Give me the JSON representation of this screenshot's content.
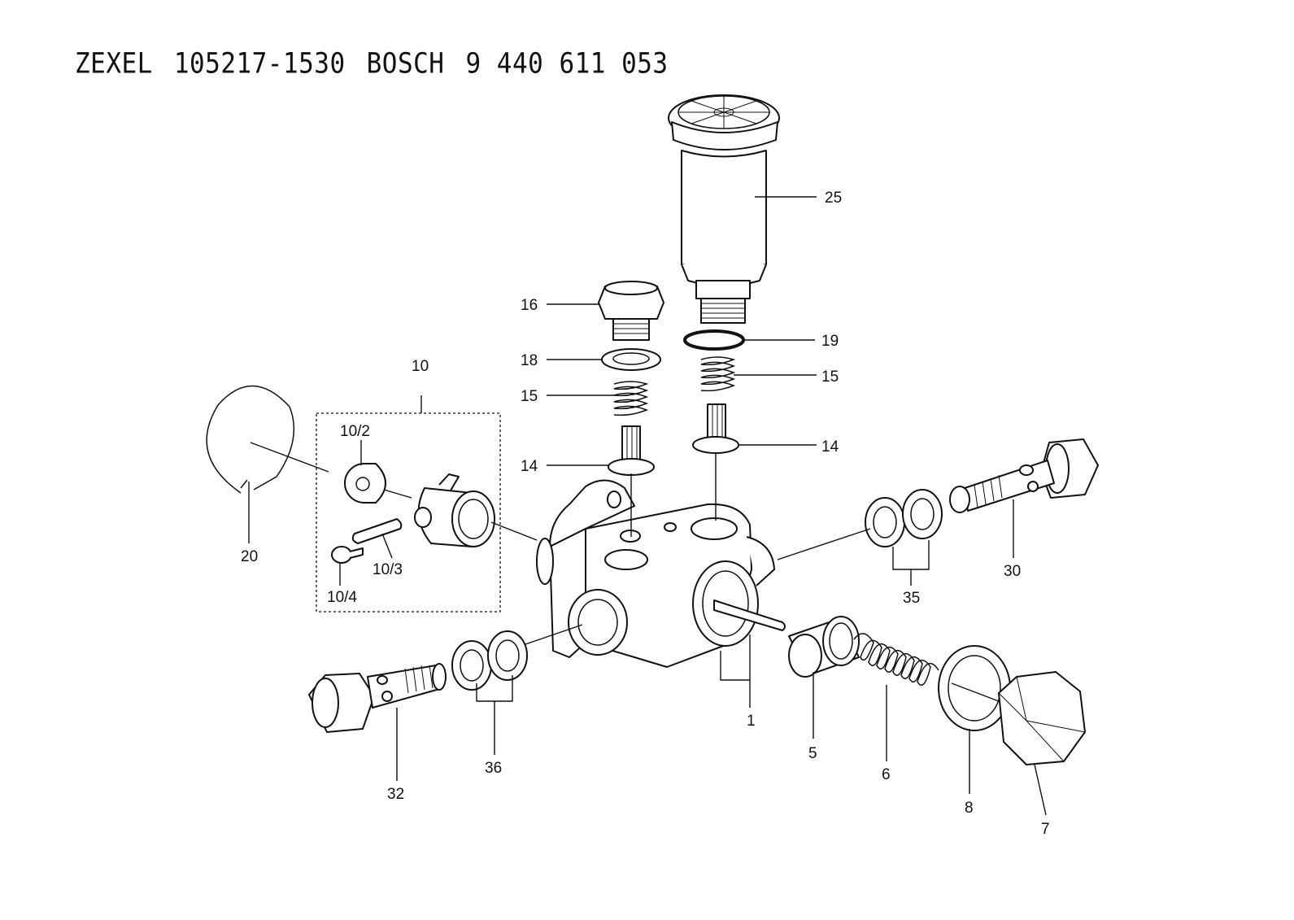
{
  "title": {
    "maker1": "ZEXEL",
    "part1": "105217-1530",
    "maker2": "BOSCH",
    "part2": "9 440 611 053"
  },
  "callouts": {
    "c1": "1",
    "c5": "5",
    "c6": "6",
    "c7": "7",
    "c8": "8",
    "c10": "10",
    "c10_2": "10/2",
    "c10_3": "10/3",
    "c10_4": "10/4",
    "c14a": "14",
    "c14b": "14",
    "c15a": "15",
    "c15b": "15",
    "c16": "16",
    "c18": "18",
    "c19": "19",
    "c20": "20",
    "c25": "25",
    "c30": "30",
    "c32": "32",
    "c35": "35",
    "c36": "36"
  }
}
